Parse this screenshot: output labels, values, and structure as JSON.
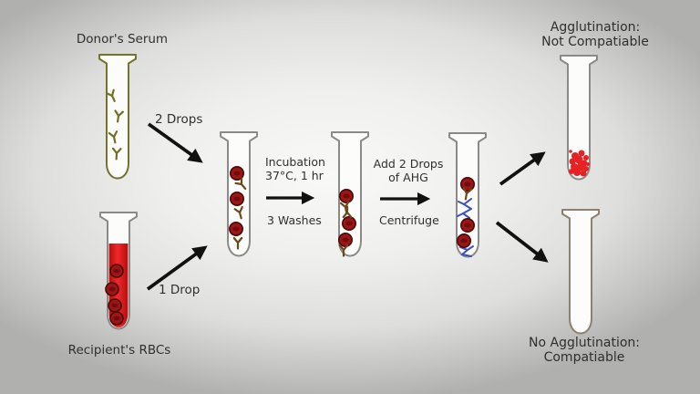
{
  "labels": {
    "donor_serum": "Donor's Serum",
    "recipient_rbcs": "Recipient's RBCs",
    "two_drops": "2 Drops",
    "one_drop": "1 Drop"
  },
  "steps": {
    "incubation_line1": "Incubation",
    "incubation_line2": "37°C, 1 hr",
    "washes": "3 Washes",
    "ahg_line1": "Add 2 Drops",
    "ahg_line2": "of AHG",
    "centrifuge": "Centrifuge"
  },
  "outcomes": {
    "positive_line1": "Agglutination:",
    "positive_line2": "Not Compatiable",
    "negative_line1": "No Agglutination:",
    "negative_line2": "Compatiable"
  },
  "colors": {
    "text": "#2f2f2f",
    "arrow": "#111111",
    "tube-glass": "#8a8a88",
    "tube-olive": "#73732c",
    "tube-brown": "#8b8071",
    "serum-antibody": "#6f6f2a",
    "bound-antibody": "#6b4a1a",
    "rbc-fill": "#9c1616",
    "rbc-stroke": "#4a0808",
    "blood-bright": "#ee2a2a",
    "blood-dark": "#b80d0d",
    "ahg-blue": "#3a50c2",
    "agglutinate-red": "#e62222"
  }
}
